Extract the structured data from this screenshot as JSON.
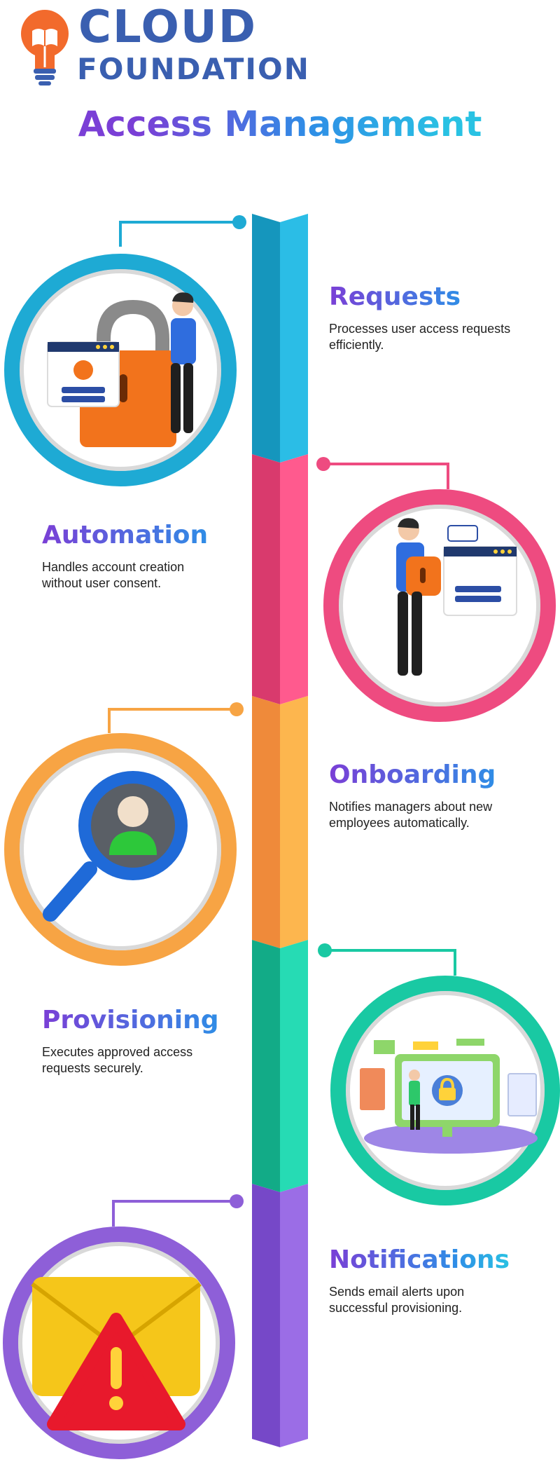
{
  "logo": {
    "line1": "CLOUD",
    "line2": "FOUNDATION",
    "bulb_color": "#f26a2c",
    "text_color": "#3a5fb0",
    "icon": "lightbulb-book-icon"
  },
  "title": "Access Management",
  "title_gradient": [
    "#7a3fd6",
    "#2f8de6",
    "#29c2e3"
  ],
  "stages": [
    {
      "title": "Requests",
      "desc": "Processes user access requests efficiently.",
      "color": "#1eaad4",
      "icon": "padlock-login-icon"
    },
    {
      "title": "Automation",
      "desc": "Handles account creation without user consent.",
      "color": "#ee4b80",
      "icon": "person-holding-lock-icon"
    },
    {
      "title": "Onboarding",
      "desc": "Notifies managers about new employees automatically.",
      "color": "#f7a444",
      "icon": "magnifier-user-icon"
    },
    {
      "title": "Provisioning",
      "desc": "Executes approved access requests securely.",
      "color": "#19c9a3",
      "icon": "secure-dashboard-icon"
    },
    {
      "title": "Notifications",
      "desc": "Sends email alerts upon successful provisioning.",
      "color": "#8e5fd8",
      "icon": "email-alert-icon"
    }
  ]
}
